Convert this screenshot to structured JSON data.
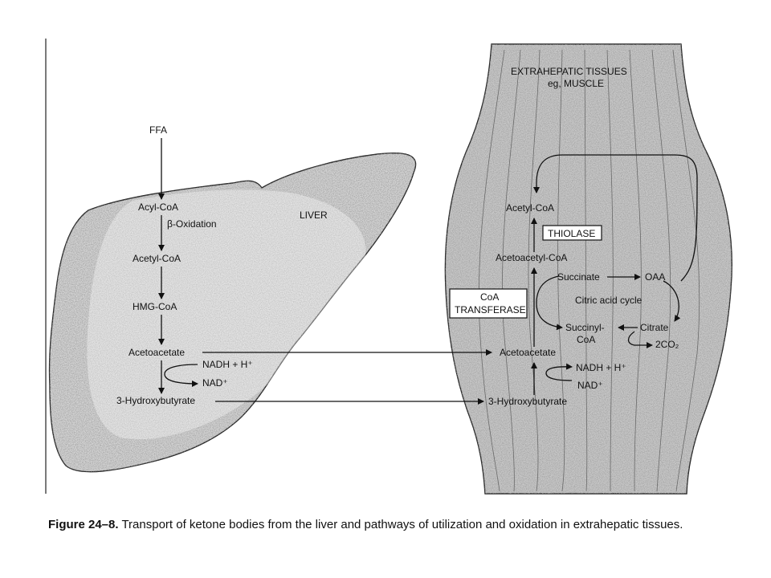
{
  "liver": {
    "title": "LIVER",
    "ffa": "FFA",
    "acyl_coa": "Acyl-CoA",
    "beta_oxidation": "β-Oxidation",
    "acetyl_coa": "Acetyl-CoA",
    "hmg_coa": "HMG-CoA",
    "acetoacetate": "Acetoacetate",
    "nadh": "NADH + H⁺",
    "nad": "NAD⁺",
    "hydroxybutyrate": "3-Hydroxybutyrate"
  },
  "tissue": {
    "title_line1": "EXTRAHEPATIC TISSUES",
    "title_line2": "eg, MUSCLE",
    "acetyl_coa": "Acetyl-CoA",
    "thiolase": "THIOLASE",
    "acetoacetyl_coa": "Acetoacetyl-CoA",
    "succinate": "Succinate",
    "oaa": "OAA",
    "coa_transferase_line1": "CoA",
    "coa_transferase_line2": "TRANSFERASE",
    "citric_acid_cycle": "Citric acid cycle",
    "succinyl_line1": "Succinyl-",
    "succinyl_line2": "CoA",
    "citrate": "Citrate",
    "co2": "2CO₂",
    "acetoacetate": "Acetoacetate",
    "nadh": "NADH + H⁺",
    "nad": "NAD⁺",
    "hydroxybutyrate": "3-Hydroxybutyrate"
  },
  "caption": {
    "figure_label": "Figure 24–8.",
    "text": " Transport of ketone bodies from the liver and pathways of utilization and oxidation in extrahepatic tissues."
  }
}
